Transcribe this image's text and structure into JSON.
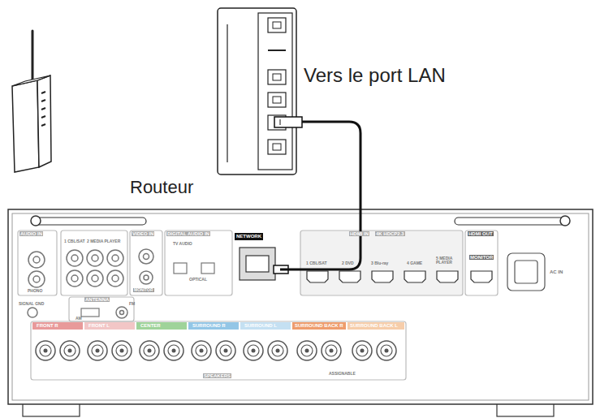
{
  "diagram": {
    "nodes": [
      {
        "text": [
          "Routeur"
        ]
      },
      {
        "text": [
          "NETWORK"
        ]
      }
    ],
    "edges": [
      {
        "from": 1,
        "to": 0,
        "arrow": "none",
        "label": "Vers le port LAN"
      }
    ],
    "labels": [
      "AUDIO IN",
      "PHONO",
      "SIGNAL GND",
      "1 CBL/SAT",
      "2 MEDIA PLAYER",
      "VIDEO IN",
      "MONITOR",
      "ANTENNA",
      "AM",
      "FM",
      "DIGITAL AUDIO IN",
      "TV AUDIO",
      "OPTICAL",
      "HDMI IN",
      "4K HDCP2.3",
      "1 CBL/SAT",
      "2 DVD",
      "3 Blu-ray",
      "4 GAME",
      "5 MEDIA PLAYER",
      "HDMI OUT",
      "MONITOR",
      "AC IN",
      "FRONT R",
      "FRONT L",
      "CENTER",
      "SURROUND R",
      "SURROUND L",
      "SURROUND BACK R",
      "SURROUND BACK L",
      "SPEAKERS",
      "ASSIGNABLE"
    ]
  }
}
